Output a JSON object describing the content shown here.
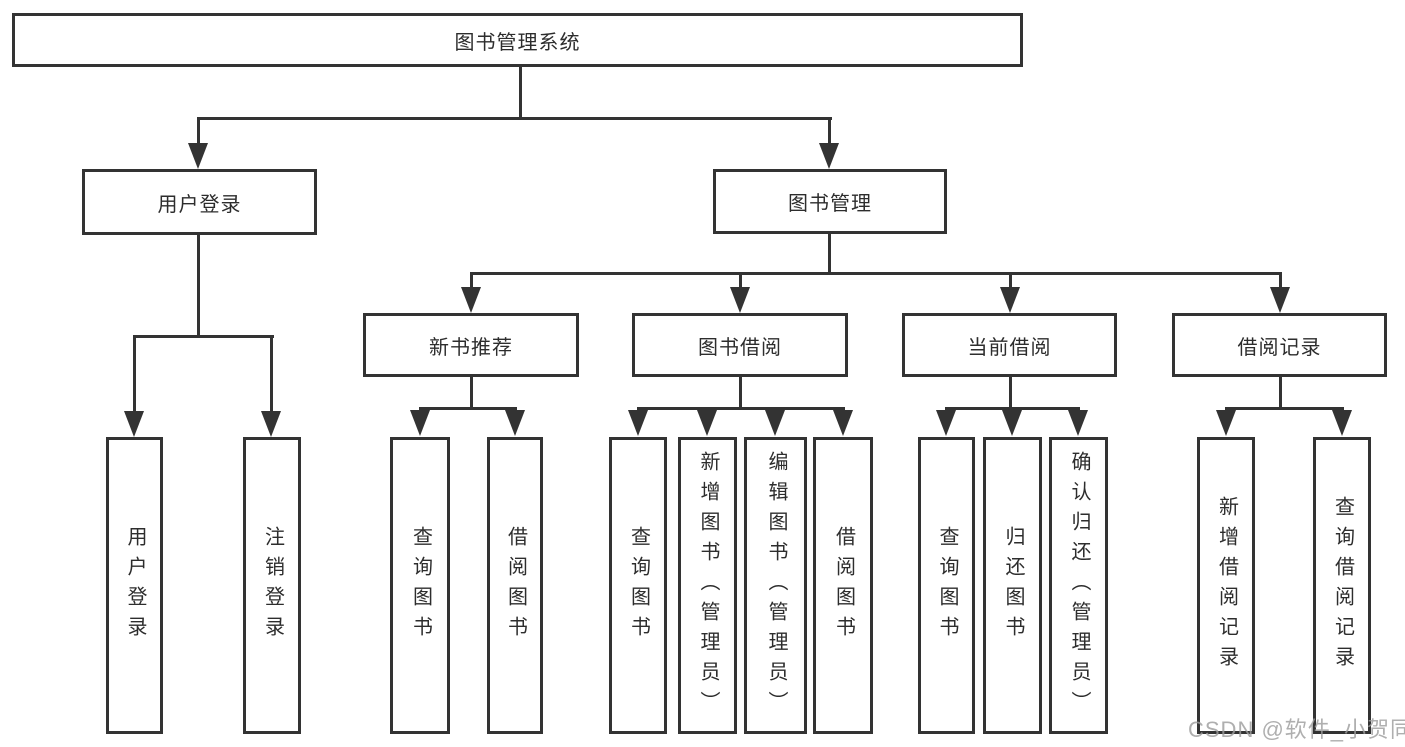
{
  "diagram": {
    "root": {
      "label": "图书管理系统"
    },
    "level2": [
      {
        "label": "用户登录"
      },
      {
        "label": "图书管理"
      }
    ],
    "level3": [
      {
        "label": "新书推荐"
      },
      {
        "label": "图书借阅"
      },
      {
        "label": "当前借阅"
      },
      {
        "label": "借阅记录"
      }
    ],
    "leaves": {
      "user": [
        "用户登录",
        "注销登录"
      ],
      "newbook": [
        "查询图书",
        "借阅图书"
      ],
      "borrow": [
        "查询图书",
        "新增图书（管理员）",
        "编辑图书（管理员）",
        "借阅图书"
      ],
      "current": [
        "查询图书",
        "归还图书",
        "确认归还（管理员）"
      ],
      "records": [
        "新增借阅记录",
        "查询借阅记录"
      ]
    }
  },
  "watermark": {
    "text": "CSDN @软件_小贺同学"
  },
  "colors": {
    "line": "#333333",
    "text": "#2d2d2d",
    "watermark": "#9e9e9e",
    "background": "#ffffff"
  }
}
